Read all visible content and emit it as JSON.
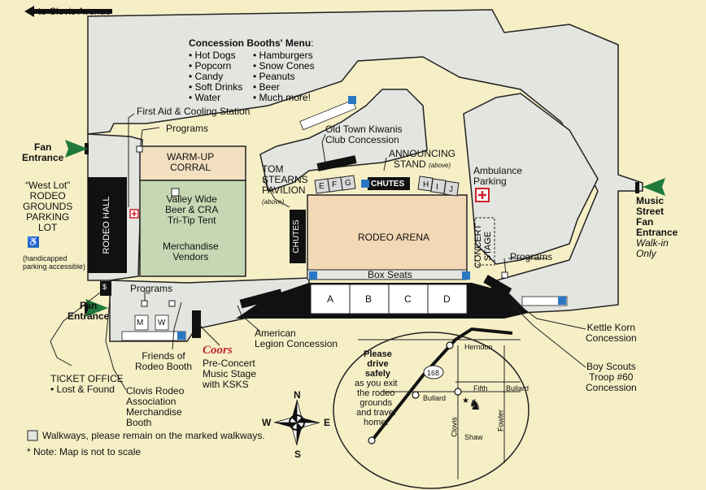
{
  "header": {
    "to_clovis": "to Clovis Avenue"
  },
  "menu": {
    "title": "Concession Booths' Menu",
    "title_suffix": ":",
    "col1": [
      "Hot Dogs",
      "Popcorn",
      "Candy",
      "Soft Drinks",
      "Water"
    ],
    "col2": [
      "Hamburgers",
      "Snow Cones",
      "Peanuts",
      "Beer",
      "Much more!"
    ]
  },
  "labels": {
    "first_aid": "First Aid & Cooling Station",
    "programs": "Programs",
    "fan_entrance_top": [
      "Fan",
      "Entrance"
    ],
    "fan_entrance_bottom": [
      "Fan",
      "Entrance"
    ],
    "west_lot": [
      "“West Lot”",
      "RODEO",
      "GROUNDS",
      "PARKING",
      "LOT"
    ],
    "handicapped": [
      "(handicapped",
      "parking accessible)"
    ],
    "rodeo_hall": "RODEO HALL",
    "warmup": [
      "WARM-UP",
      "CORRAL"
    ],
    "valley_wide": [
      "Valley Wide",
      "Beer & CRA",
      "Tri-Tip Tent"
    ],
    "merch": [
      "Merchandise",
      "Vendors"
    ],
    "kiwanis": [
      "Old Town Kiwanis",
      "Club Concession"
    ],
    "announcing": [
      "ANNOUNCING",
      "STAND"
    ],
    "above": "(above)",
    "tom_stearns": [
      "TOM",
      "STEARNS",
      "PAVILION"
    ],
    "chutes": "CHUTES",
    "rodeo_arena": "RODEO ARENA",
    "box_seats": "Box Seats",
    "concert_stage": [
      "CONCERT",
      "STAGE"
    ],
    "ambulance": [
      "Ambulance",
      "Parking"
    ],
    "music_street": [
      "Music",
      "Street",
      "Fan",
      "Entrance"
    ],
    "walk_in": [
      "Walk-in",
      "Only"
    ],
    "american_legion": [
      "American",
      "Legion Concession"
    ],
    "friends": [
      "Friends of",
      "Rodeo Booth"
    ],
    "coors": "Coors",
    "pre_concert": [
      "Pre-Concert",
      "Music Stage",
      "with KSKS"
    ],
    "ticket_office": [
      "TICKET OFFICE",
      "• Lost & Found"
    ],
    "clovis_assoc": [
      "Clovis Rodeo",
      "Association",
      "Merchandise",
      "Booth"
    ],
    "kettle_korn": [
      "Kettle Korn",
      "Concession"
    ],
    "boy_scouts": [
      "Boy Scouts",
      "Troop #60",
      "Concession"
    ],
    "walkways": "Walkways, please remain on the marked walkways.",
    "note": "* Note: Map is not to scale"
  },
  "section_letters": {
    "left": [
      "E",
      "F",
      "G"
    ],
    "right": [
      "H",
      "I",
      "J"
    ]
  },
  "bleachers": [
    "A",
    "B",
    "C",
    "D"
  ],
  "compass": {
    "n": "N",
    "s": "S",
    "e": "E",
    "w": "W"
  },
  "inset": {
    "please": [
      "Please",
      "drive",
      "safely"
    ],
    "msg": [
      "as you exit",
      "the rodeo",
      "grounds",
      "and travel",
      "home."
    ],
    "streets": {
      "herndon": "Herndon",
      "fifth": "Fifth",
      "bullard1": "Bullard",
      "bullard2": "Bullard",
      "clovis": "Clovis",
      "shaw": "Shaw",
      "fowler": "Fowler"
    },
    "route": "168"
  },
  "icons": {
    "restroom_m": "M",
    "restroom_w": "W",
    "dollar": "$"
  },
  "colors": {
    "bg": "#f6efc6",
    "walkway": "#e3e5e0",
    "corral": "#f3e0c0",
    "merch": "#c5d8b3",
    "arena": "#f3d8b5",
    "arrow": "#1f7a3b",
    "accessible": "#2a78c4",
    "firstaid": "#d0202a",
    "coors": "#c1272d"
  }
}
